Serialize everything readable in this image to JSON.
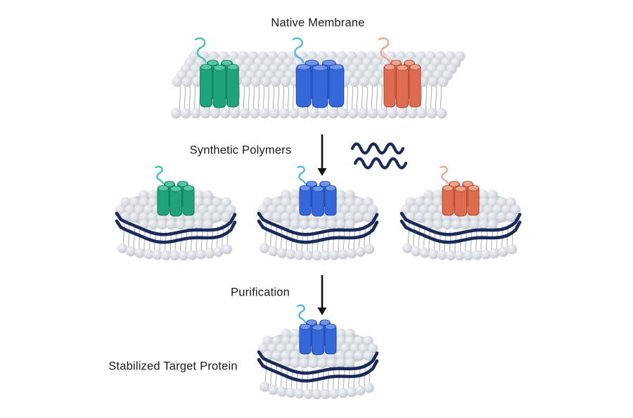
{
  "labels": {
    "native_membrane": "Native Membrane",
    "synthetic_polymers": "Synthetic Polymers",
    "purification": "Purification",
    "stabilized_target_protein": "Stabilized Target Protein"
  },
  "colors": {
    "background": "#ffffff",
    "text": "#1b1b1b",
    "arrow": "#111111",
    "lipid_head": "#ccd2d9",
    "lipid_tail": "#b7bdc6",
    "polymer_navy": "#1a2a5c",
    "protein_green": {
      "main": "#1fa37c",
      "light": "#56c7a3",
      "dark": "#0d7a5a",
      "squiggle": "#43c4b0"
    },
    "protein_blue": {
      "main": "#3567d8",
      "light": "#6e95ea",
      "dark": "#1e49ab",
      "squiggle": "#56b4e9"
    },
    "protein_orange": {
      "main": "#dd6c50",
      "light": "#efa28b",
      "dark": "#b04a31",
      "squiggle": "#f2a68f"
    }
  },
  "scene": {
    "native_membrane": {
      "proteins": [
        "green",
        "blue",
        "orange"
      ]
    },
    "polymer_step": {
      "waves": 2
    },
    "nanodiscs": [
      "green",
      "blue",
      "orange"
    ],
    "result": {
      "protein": "blue"
    }
  }
}
